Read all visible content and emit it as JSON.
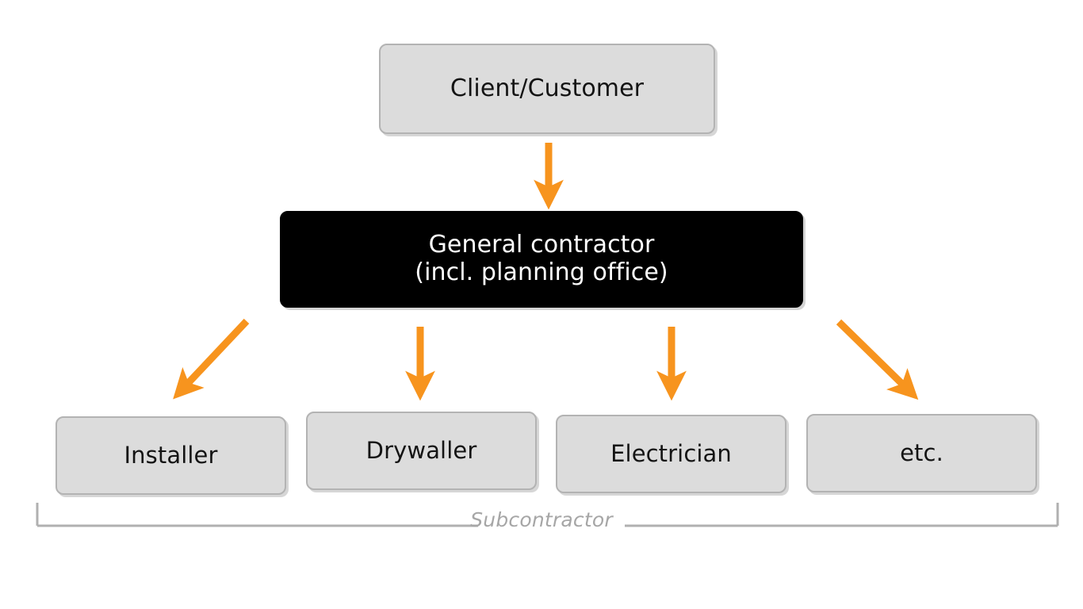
{
  "diagram": {
    "type": "organizational-hierarchy",
    "background_color": "#ffffff",
    "accent_color": "#f7941e",
    "box_fill_color": "#dcdcdc",
    "box_border_color": "#b3b3b3",
    "dark_box_fill_color": "#000000",
    "dark_box_text_color": "#ffffff",
    "bracket_color": "#b0b0b0",
    "client": {
      "label": "Client/Customer"
    },
    "contractor": {
      "label": "General contractor\n(incl. planning office)",
      "line_1": "General contractor",
      "line_2": "(incl. planning office)"
    },
    "subcontractors": [
      {
        "label": "Installer"
      },
      {
        "label": "Drywaller"
      },
      {
        "label": "Electrician"
      },
      {
        "label": "etc."
      }
    ],
    "group_label": "Subcontractor",
    "arrows": [
      {
        "name": "client-to-contractor",
        "from": "Client/Customer",
        "to": "General contractor (incl. planning office)",
        "direction": "down"
      },
      {
        "name": "contractor-to-installer",
        "from": "General contractor (incl. planning office)",
        "to": "Installer",
        "direction": "down-left"
      },
      {
        "name": "contractor-to-drywaller",
        "from": "General contractor (incl. planning office)",
        "to": "Drywaller",
        "direction": "down"
      },
      {
        "name": "contractor-to-electrician",
        "from": "General contractor (incl. planning office)",
        "to": "Electrician",
        "direction": "down"
      },
      {
        "name": "contractor-to-etc",
        "from": "General contractor (incl. planning office)",
        "to": "etc.",
        "direction": "down-right"
      }
    ]
  }
}
